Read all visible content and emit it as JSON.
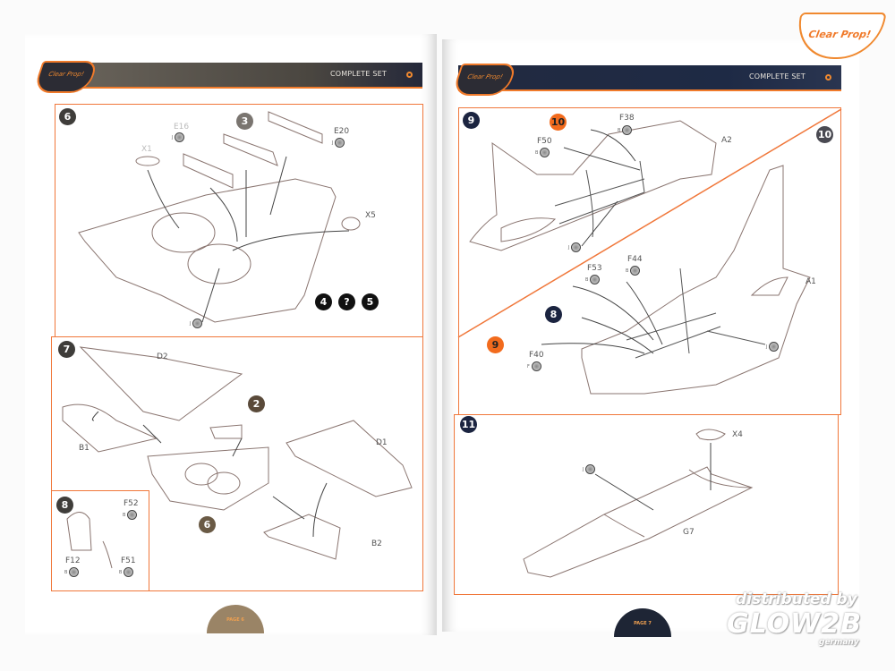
{
  "header": {
    "left_title": "COMPLETE SET",
    "right_title": "COMPLETE SET",
    "brand": "Clear Prop!"
  },
  "left_page": {
    "page_label": "PAGE 6",
    "step6": {
      "number": "6",
      "refs": [
        "3",
        "4",
        "?",
        "5"
      ],
      "parts": [
        "E16",
        "X1",
        "E20",
        "X5"
      ],
      "paints": {
        "E16": "J",
        "E20": "J",
        "body": "J"
      }
    },
    "step7": {
      "number": "7",
      "refs": [
        "2",
        "6"
      ],
      "parts": [
        "D2",
        "B1",
        "D1",
        "B2"
      ]
    },
    "step8": {
      "number": "8",
      "parts": [
        "F52",
        "F12",
        "F51"
      ],
      "paints": {
        "F52": "B",
        "F12": "B",
        "F51": "B"
      }
    }
  },
  "right_page": {
    "page_label": "PAGE 7",
    "step9": {
      "number": "9",
      "refs": [
        "10"
      ],
      "parts": [
        "F38",
        "F50",
        "A2"
      ],
      "paints": {
        "F38": "B",
        "F50": "B",
        "body": "J"
      }
    },
    "step10": {
      "number": "10",
      "refs": [
        "8",
        "9"
      ],
      "parts": [
        "F53",
        "F44",
        "F40",
        "A1"
      ],
      "paints": {
        "F53": "B",
        "F44": "B",
        "F40": "F",
        "body": "J"
      }
    },
    "step11": {
      "number": "11",
      "parts": [
        "X4",
        "G7"
      ],
      "paints": {
        "body": "J"
      }
    }
  },
  "watermark": {
    "line1": "distributed by",
    "line2": "GLOW2B",
    "line3": "germany"
  },
  "colors": {
    "accent": "#f0773a",
    "left_band": "#4a4640",
    "right_band": "#1e2a45"
  }
}
